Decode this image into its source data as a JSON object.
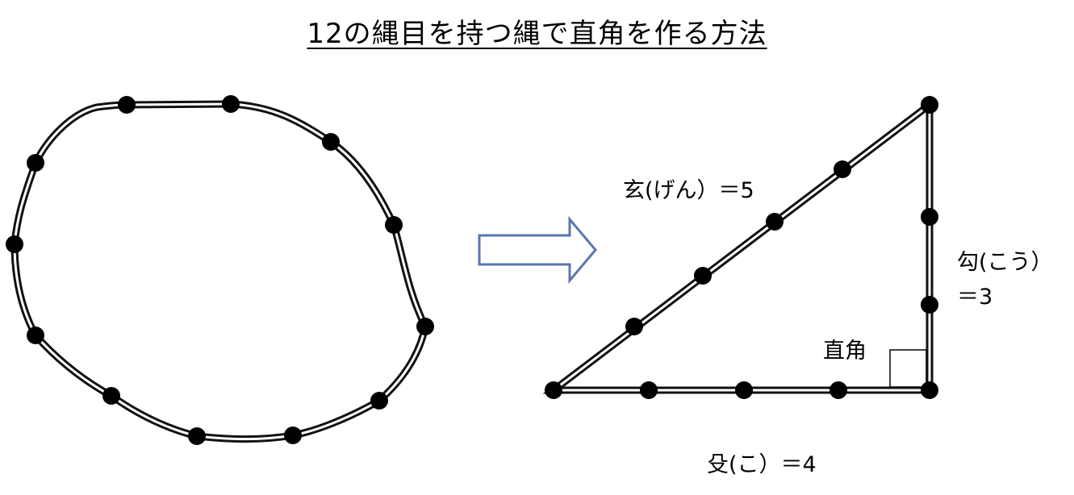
{
  "title": "12の縄目を持つ縄で直角を作る方法",
  "labels": {
    "gen": "玄(げん）＝5",
    "kou_line1": "勾(こう）",
    "kou_line2": "＝3",
    "ko": "殳(こ）＝4",
    "right_angle": "直角"
  },
  "colors": {
    "rope": "#111111",
    "knot": "#000000",
    "arrow": "#5b76ad"
  }
}
